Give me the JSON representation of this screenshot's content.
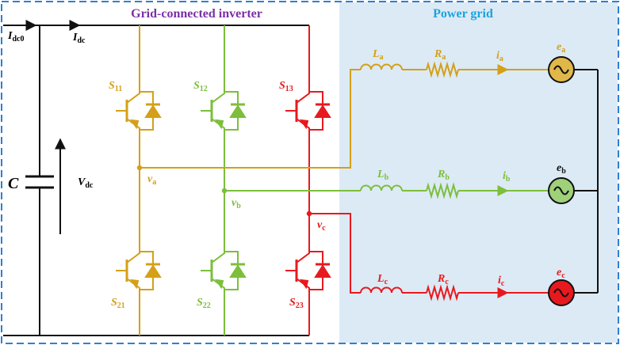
{
  "titles": {
    "inverter": "Grid-connected inverter",
    "grid": "Power grid"
  },
  "colors": {
    "phase_a": "#D4A017",
    "phase_b": "#7DBE3C",
    "phase_c": "#E8191E",
    "dc_bus": "#111111",
    "title_inverter": "#7B2FA8",
    "title_grid": "#1AA3DF",
    "grid_panel": "#DCEAF5",
    "border": "#2F7FD0",
    "source_a_fill": "#E0B84A",
    "source_b_fill": "#9FD07A",
    "source_c_fill": "#E8191E"
  },
  "dc": {
    "current_source": {
      "base": "I",
      "sub": "dc0"
    },
    "current_bus": {
      "base": "I",
      "sub": "dc"
    },
    "capacitor": "C",
    "voltage": {
      "base": "V",
      "sub": "dc"
    }
  },
  "switches": {
    "s11": {
      "base": "S",
      "sub": "11"
    },
    "s12": {
      "base": "S",
      "sub": "12"
    },
    "s13": {
      "base": "S",
      "sub": "13"
    },
    "s21": {
      "base": "S",
      "sub": "21"
    },
    "s22": {
      "base": "S",
      "sub": "22"
    },
    "s23": {
      "base": "S",
      "sub": "23"
    }
  },
  "phases": {
    "a": {
      "node": {
        "base": "v",
        "sub": "a"
      },
      "inductor": {
        "base": "L",
        "sub": "a"
      },
      "resistor": {
        "base": "R",
        "sub": "a"
      },
      "current": {
        "base": "i",
        "sub": "a"
      },
      "source": {
        "base": "e",
        "sub": "a"
      }
    },
    "b": {
      "node": {
        "base": "v",
        "sub": "b"
      },
      "inductor": {
        "base": "L",
        "sub": "b"
      },
      "resistor": {
        "base": "R",
        "sub": "b"
      },
      "current": {
        "base": "i",
        "sub": "b"
      },
      "source": {
        "base": "e",
        "sub": "b"
      }
    },
    "c": {
      "node": {
        "base": "v",
        "sub": "c"
      },
      "inductor": {
        "base": "L",
        "sub": "c"
      },
      "resistor": {
        "base": "R",
        "sub": "c"
      },
      "current": {
        "base": "i",
        "sub": "c"
      },
      "source": {
        "base": "e",
        "sub": "c"
      }
    }
  }
}
